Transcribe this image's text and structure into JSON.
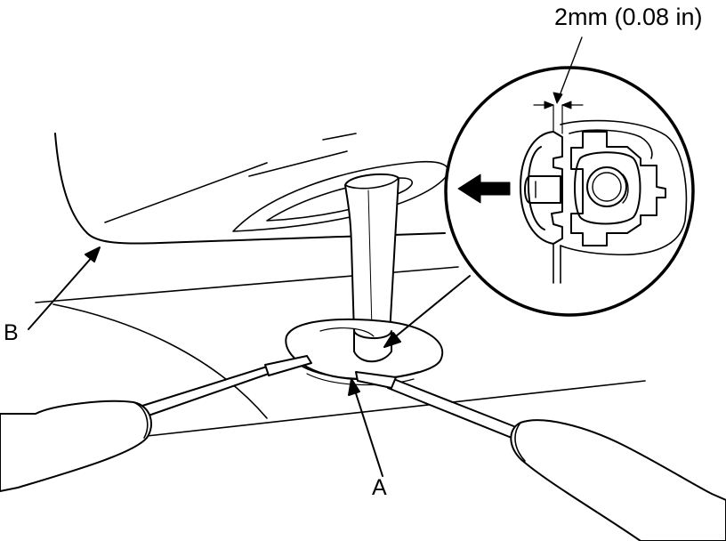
{
  "labels": {
    "dimension": "2mm (0.08 in)",
    "part_a": "A",
    "part_b": "B"
  },
  "colors": {
    "line": "#000000",
    "background": "#ffffff"
  },
  "icons": {
    "direction_arrow": "arrow-left-icon"
  }
}
